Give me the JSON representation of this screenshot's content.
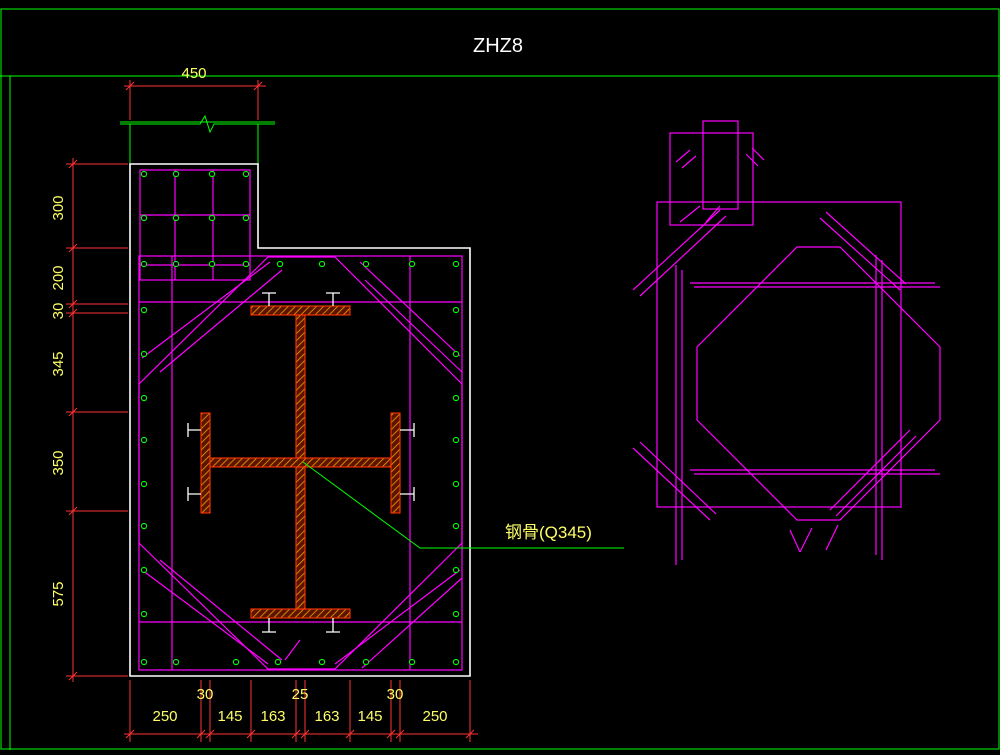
{
  "title": "ZHZ8",
  "dimensions": {
    "top_width": "450",
    "vertical": [
      "300",
      "200",
      "30",
      "345",
      "350",
      "575"
    ],
    "bottom_upper": [
      "30",
      "25",
      "30"
    ],
    "bottom_lower": [
      "250",
      "145",
      "163",
      "163",
      "145",
      "250"
    ]
  },
  "annotation": {
    "steel_core": "钢骨(Q345)"
  },
  "colors": {
    "frame": "#00ff00",
    "outline": "#ffffff",
    "stirrup": "#ff00ff",
    "steel": "#ff3300",
    "steel_hatch": "#ff9900",
    "dimension": "#ff0000",
    "dimension_text": "#ffff66",
    "leader": "#00ff00"
  }
}
